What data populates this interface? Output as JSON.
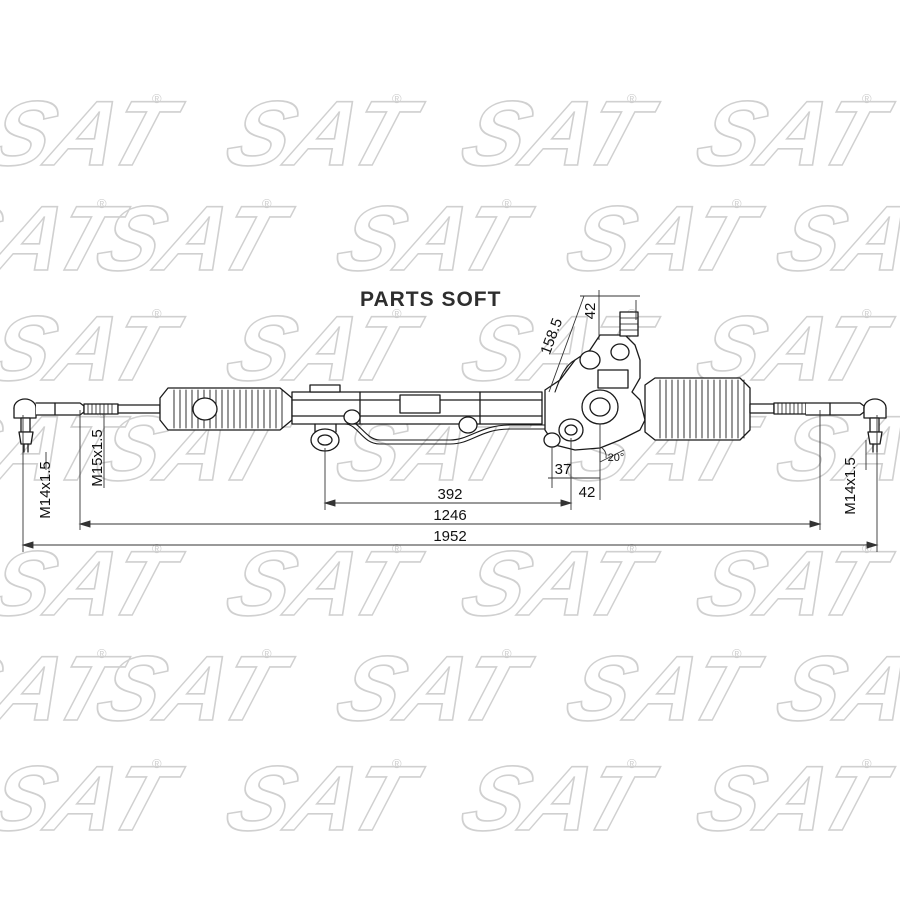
{
  "watermark": {
    "text": "SAT",
    "symbol": "®",
    "color": "#d0d0d0"
  },
  "overlay_brand": "PARTS SOFT",
  "dimensions": {
    "total_length": "1952",
    "rack_length": "1246",
    "mount_spacing": "392",
    "valve_height": "158.5",
    "valve_width": "42",
    "port_spacing": "37",
    "port_offset": "42",
    "port_angle": "20°",
    "left_tie_rod_thread": "M14x1.5",
    "inner_thread": "M15x1.5",
    "right_tie_rod_thread": "M14x1.5"
  },
  "colors": {
    "line": "#1a1a1a",
    "dimension": "#333333",
    "background": "#ffffff"
  }
}
